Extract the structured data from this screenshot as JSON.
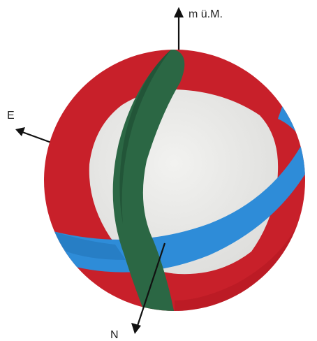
{
  "axes": {
    "up_label": "m ü.M.",
    "east_label": "E",
    "north_label": "N"
  },
  "colors": {
    "background": "#ffffff",
    "outer_shell": "#c8202a",
    "outer_shell_shade": "#a5151d",
    "inner_core": "#ececea",
    "green_band": "#2b6744",
    "green_band_shade": "#1f4f33",
    "blue_band": "#2e8cd8",
    "blue_band_shade": "#1f6cb0",
    "axis": "#111111"
  }
}
